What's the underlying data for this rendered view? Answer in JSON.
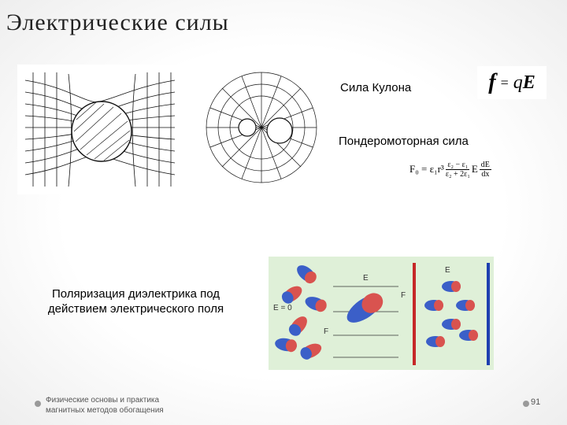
{
  "slide": {
    "title": "Электрические силы",
    "coulomb": {
      "label": "Сила Кулона",
      "formula": {
        "lhs": "f",
        "eq": "=",
        "q": "q",
        "E": "E"
      }
    },
    "ponderomotive": {
      "label": "Пондеромоторная сила",
      "formula": {
        "lhs": "F₀ = ε₁r³",
        "frac1_num": "ε₂ − ε₁",
        "frac1_den": "ε₂ + 2ε₁",
        "mid": "E",
        "frac2_num": "dE",
        "frac2_den": "dx"
      }
    },
    "polarization_text": "Поляризация диэлектрика под действием электрического поля",
    "diagram_labels": {
      "e_zero": "E = 0",
      "e": "E",
      "f": "F"
    },
    "footer": {
      "line1": "Физические основы и практика",
      "line2": "магнитных методов обогащения"
    },
    "page_number": "91"
  },
  "colors": {
    "background": "#ffffff",
    "diagram_bg": "#dff0d8",
    "plate_positive": "#c62828",
    "plate_negative": "#1e3fb0",
    "molecule_red": "#d9534f",
    "molecule_blue": "#3b5fc8"
  },
  "icons": [
    "field-lines-figure",
    "dielectric-molecule-icon",
    "capacitor-plate-icon"
  ]
}
